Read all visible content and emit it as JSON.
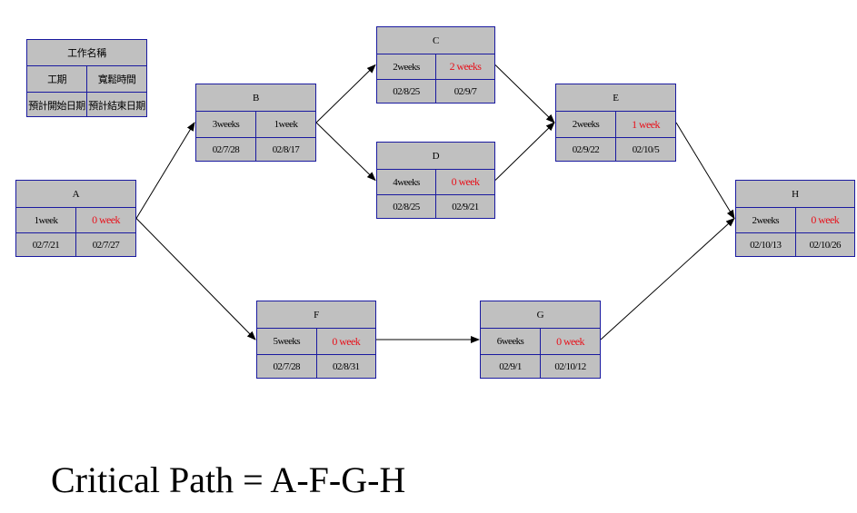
{
  "legend": {
    "name_label": "工作名稱",
    "duration_label": "工期",
    "slack_label": "寬鬆時間",
    "start_label": "預計開始日期",
    "end_label": "預計結束日期"
  },
  "nodes": {
    "A": {
      "name": "A",
      "duration": "1week",
      "slack": "0 week",
      "start": "02/7/21",
      "end": "02/7/27",
      "critical": true
    },
    "B": {
      "name": "B",
      "duration": "3weeks",
      "slack": "1week",
      "start": "02/7/28",
      "end": "02/8/17",
      "critical": false
    },
    "C": {
      "name": "C",
      "duration": "2weeks",
      "slack": "2 weeks",
      "start": "02/8/25",
      "end": "02/9/7",
      "critical": false
    },
    "D": {
      "name": "D",
      "duration": "4weeks",
      "slack": "0 week",
      "start": "02/8/25",
      "end": "02/9/21",
      "critical": false
    },
    "E": {
      "name": "E",
      "duration": "2weeks",
      "slack": "1 week",
      "start": "02/9/22",
      "end": "02/10/5",
      "critical": false
    },
    "F": {
      "name": "F",
      "duration": "5weeks",
      "slack": "0 week",
      "start": "02/7/28",
      "end": "02/8/31",
      "critical": true
    },
    "G": {
      "name": "G",
      "duration": "6weeks",
      "slack": "0 week",
      "start": "02/9/1",
      "end": "02/10/12",
      "critical": true
    },
    "H": {
      "name": "H",
      "duration": "2weeks",
      "slack": "0 week",
      "start": "02/10/13",
      "end": "02/10/26",
      "critical": true
    }
  },
  "edges": [
    {
      "from": "A",
      "to": "B"
    },
    {
      "from": "A",
      "to": "F"
    },
    {
      "from": "B",
      "to": "C"
    },
    {
      "from": "B",
      "to": "D"
    },
    {
      "from": "C",
      "to": "E"
    },
    {
      "from": "D",
      "to": "E"
    },
    {
      "from": "E",
      "to": "H"
    },
    {
      "from": "F",
      "to": "G"
    },
    {
      "from": "G",
      "to": "H"
    }
  ],
  "colors": {
    "node_fill": "#c0c0c0",
    "node_border": "#1a1aa0",
    "slack_highlight": "#e8101a"
  },
  "footer": {
    "critical_path_text": "Critical Path = A-F-G-H"
  }
}
